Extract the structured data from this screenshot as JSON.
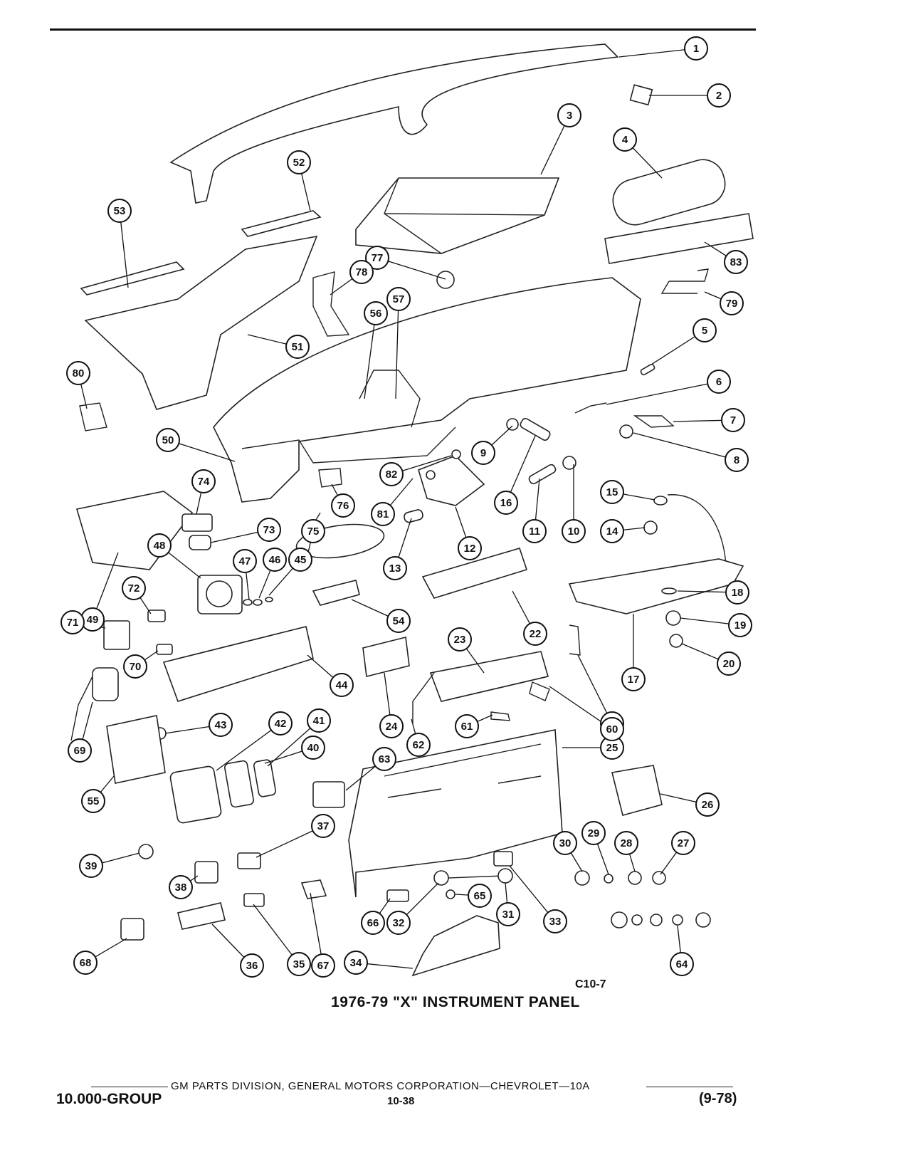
{
  "title": "1976-79 \"X\" INSTRUMENT PANEL",
  "figure_code": "C10-7",
  "footer": {
    "line": "GM PARTS DIVISION, GENERAL MOTORS CORPORATION—CHEVROLET—10A",
    "group": "10.000-GROUP",
    "page": "10-38",
    "date": "(9-78)"
  },
  "callouts": [
    "1",
    "2",
    "3",
    "4",
    "5",
    "6",
    "7",
    "8",
    "9",
    "10",
    "11",
    "12",
    "13",
    "14",
    "15",
    "16",
    "17",
    "18",
    "19",
    "20",
    "21",
    "22",
    "23",
    "24",
    "25",
    "26",
    "27",
    "28",
    "29",
    "30",
    "31",
    "32",
    "33",
    "34",
    "35",
    "36",
    "37",
    "38",
    "39",
    "40",
    "41",
    "42",
    "43",
    "44",
    "45",
    "46",
    "47",
    "48",
    "49",
    "50",
    "51",
    "52",
    "53",
    "54",
    "55",
    "56",
    "57",
    "60",
    "61",
    "62",
    "63",
    "64",
    "65",
    "66",
    "67",
    "68",
    "69",
    "70",
    "71",
    "72",
    "73",
    "74",
    "75",
    "76",
    "77",
    "78",
    "79",
    "80",
    "81",
    "82",
    "83"
  ]
}
